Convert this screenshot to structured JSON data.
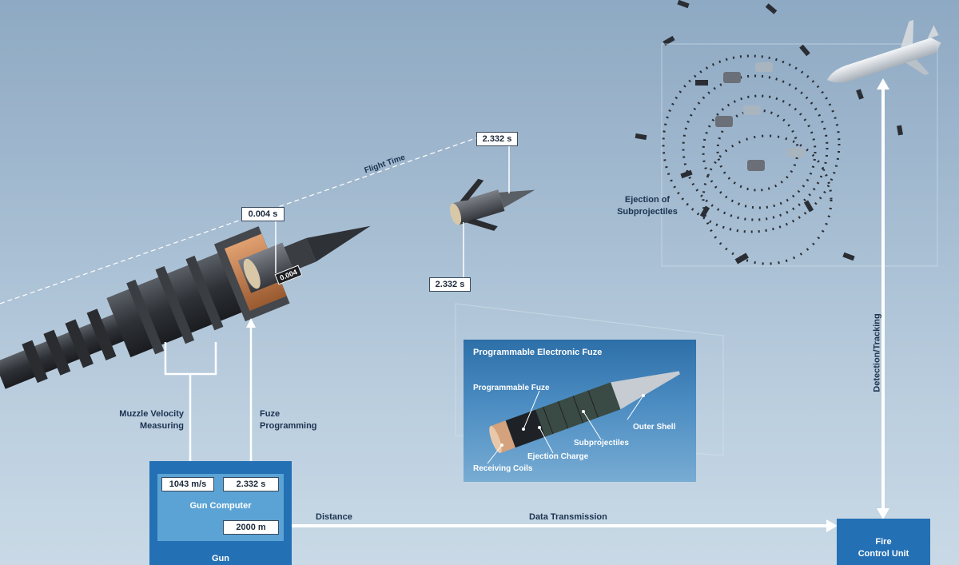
{
  "labels": {
    "flight_time": "Flight Time",
    "muzzle_velocity_1": "Muzzle Velocity",
    "muzzle_velocity_2": "Measuring",
    "fuze_prog_1": "Fuze",
    "fuze_prog_2": "Programming",
    "ejection_1": "Ejection of",
    "ejection_2": "Subprojectiles",
    "distance": "Distance",
    "data_transmission": "Data Transmission",
    "detection_tracking": "Detection/Tracking"
  },
  "values": {
    "time_start": "0.004 s",
    "time_start_on_shell": "0.004",
    "time_end_top": "2.332 s",
    "time_end_bottom": "2.332 s",
    "muzzle_velocity": "1043 m/s",
    "programmed_time": "2.332 s",
    "distance": "2000 m"
  },
  "gun_panel": {
    "computer_label": "Gun Computer",
    "footer_label": "Gun"
  },
  "fcu_panel": {
    "line1": "Fire",
    "line2": "Control Unit"
  },
  "inset": {
    "title": "Programmable Electronic Fuze",
    "programmable_fuze": "Programmable Fuze",
    "outer_shell": "Outer Shell",
    "subprojectiles": "Subprojectiles",
    "ejection_charge": "Ejection Charge",
    "receiving_coils": "Receiving Coils"
  },
  "colors": {
    "panel_blue": "#2470b4",
    "inner_blue": "#5ba3d4",
    "sky_top": "#8ea9c3",
    "sky_bottom": "#c9d9e6"
  }
}
